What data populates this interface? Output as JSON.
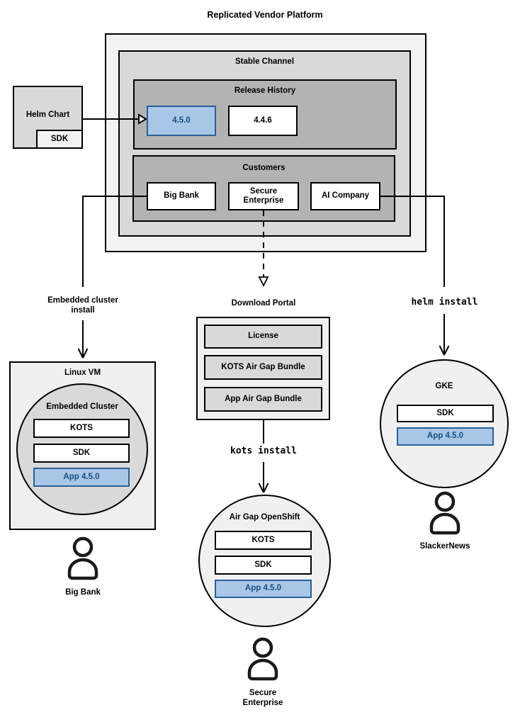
{
  "title": "Replicated Vendor Platform",
  "colors": {
    "highlight_fill": "#a8c7e7",
    "highlight_stroke": "#2a6099",
    "highlight_text": "#1a4e7e",
    "container_light": "#f2f2f2",
    "container_mid": "#d9d9d9",
    "container_dark": "#b3b3b3"
  },
  "platform": {
    "stable_channel": {
      "label": "Stable Channel"
    },
    "release_history": {
      "label": "Release History",
      "releases": [
        "4.5.0",
        "4.4.6"
      ]
    },
    "customers": {
      "label": "Customers",
      "items": [
        "Big Bank",
        "Secure Enterprise",
        "AI Company"
      ]
    }
  },
  "helm_chart": {
    "label": "Helm Chart",
    "sdk": "SDK"
  },
  "flows": {
    "embedded_install": "Embedded cluster install",
    "helm_install": "helm install",
    "kots_install": "kots install"
  },
  "linux_vm": {
    "label": "Linux VM",
    "embedded_cluster": {
      "label": "Embedded Cluster",
      "components": [
        "KOTS",
        "SDK",
        "App 4.5.0"
      ]
    }
  },
  "download_portal": {
    "label": "Download Portal",
    "items": [
      "License",
      "KOTS Air Gap Bundle",
      "App Air Gap Bundle"
    ]
  },
  "air_gap_openshift": {
    "label": "Air Gap OpenShift",
    "components": [
      "KOTS",
      "SDK",
      "App 4.5.0"
    ]
  },
  "gke": {
    "label": "GKE",
    "components": [
      "SDK",
      "App 4.5.0"
    ]
  },
  "personas": {
    "big_bank": "Big Bank",
    "secure_enterprise": "Secure Enterprise",
    "slackernews": "SlackerNews"
  }
}
